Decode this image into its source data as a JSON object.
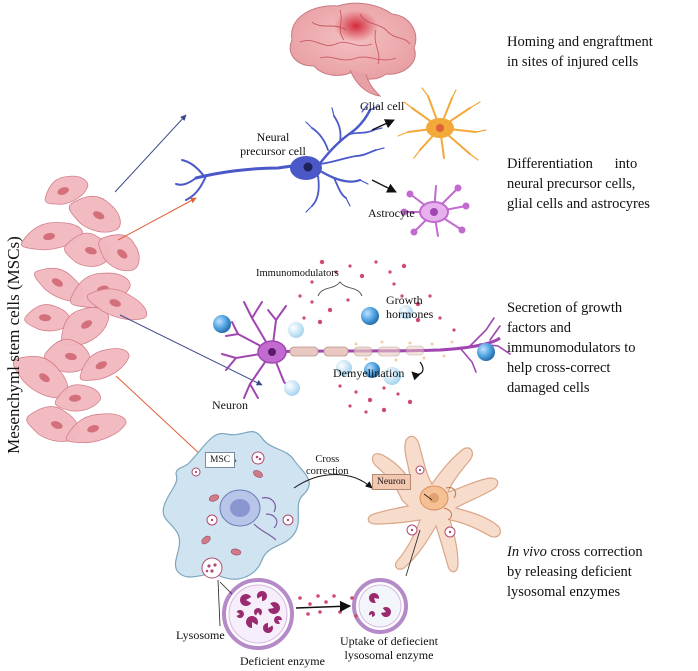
{
  "title_vertical": "Mesenchyml stem cells (MSCs)",
  "sections": [
    {
      "id": "homing",
      "lines": [
        "Homing and engraftment",
        "in sites of injured cells"
      ]
    },
    {
      "id": "differentiation",
      "lines": [
        "Differentiation      into",
        "neural precursor cells,",
        "glial cells and astrocyres"
      ]
    },
    {
      "id": "secretion",
      "lines": [
        "Secretion of growth",
        "factors and",
        "immunomodulators to",
        "help cross-correct",
        "damaged cells"
      ]
    },
    {
      "id": "cross_correction",
      "italic": "In vivo",
      "rest": " cross correction",
      "lines": [
        "by releasing deficient",
        "lysosomal enzymes"
      ]
    }
  ],
  "labels": {
    "neural_precursor": [
      "Neural",
      "precursor cell"
    ],
    "glial_cell": "Glial cell",
    "astrocyte": "Astrocyte",
    "immunomodulators": "Immunomodulators",
    "growth_hormones": [
      "Growth",
      "hormones"
    ],
    "demyelination": "Demyelination",
    "neuron": "Neuron",
    "msc_box": "MSC",
    "cross_correction": [
      "Cross",
      "correction"
    ],
    "neuron_box": "Neuron",
    "lysosome": "Lysosome",
    "deficient_enzyme": "Deficient enzyme",
    "uptake": [
      "Uptake of defiecient",
      "lysosomal enzyme"
    ]
  },
  "colors": {
    "msc_cell": "#f2b8bf",
    "msc_nucleus": "#d4707c",
    "precursor": "#4a58c8",
    "glial": "#f2a93a",
    "astrocyte": "#c26ad0",
    "neuron_purple": "#a046b0",
    "blue_sphere": "#4fa3e0",
    "light_sphere": "#a9d6f0",
    "pink_dots": "#d04a6c",
    "cell_blue": "#cfe4f0",
    "cell_peach": "#f8dccb",
    "enzyme_purple": "#9a2a70",
    "arrow_blue": "#3a4a8a",
    "arrow_red": "#e0603a"
  }
}
